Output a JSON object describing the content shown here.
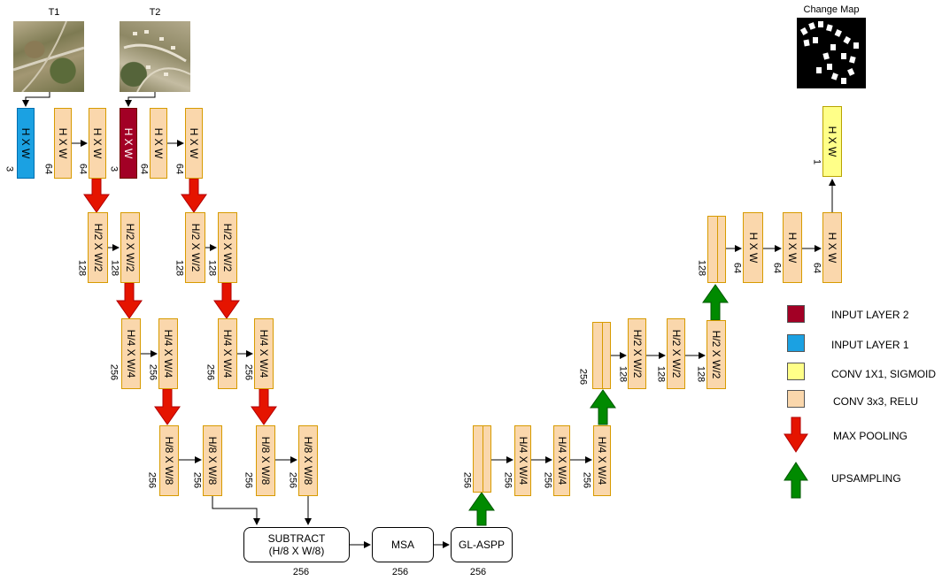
{
  "image_titles": {
    "t1": "T1",
    "t2": "T2",
    "change_map": "Change Map"
  },
  "shapes": {
    "hw": "H X W",
    "h2": "H/2 X W/2",
    "h4": "H/4 X W/4",
    "h8": "H/8 X W/8"
  },
  "channels": {
    "c3": "3",
    "c64": "64",
    "c128": "128",
    "c256": "256",
    "c1": "1"
  },
  "ops": {
    "subtract_line1": "SUBTRACT",
    "subtract_line2": "(H/8 X W/8)",
    "subtract_ch": "256",
    "msa": "MSA",
    "msa_ch": "256",
    "glaspp": "GL-ASPP",
    "glaspp_ch": "256"
  },
  "legend": {
    "input2": "INPUT LAYER 2",
    "input1": "INPUT LAYER 1",
    "conv1x1": "CONV 1X1, SIGMOID",
    "conv3x3": "CONV 3x3, RELU",
    "maxpool": "MAX POOLING",
    "upsample": "UPSAMPLING"
  },
  "colors": {
    "input1": "#1ba1e2",
    "input2": "#a20025",
    "conv1x1": "#ffff88",
    "conv3x3": "#fad7ac",
    "maxpool": "#e51400",
    "upsample": "#008a00"
  }
}
